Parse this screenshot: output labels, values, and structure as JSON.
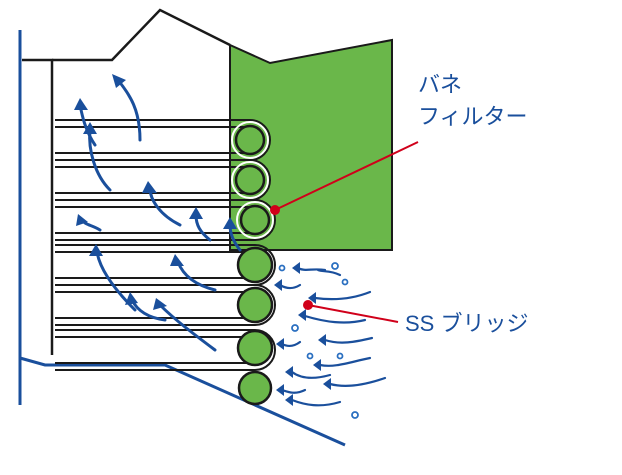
{
  "labels": {
    "spring_filter_line1": "バネ",
    "spring_filter_line2": "フィルター",
    "ss_bridge": "SS ブリッジ"
  },
  "colors": {
    "blue": "#1a4f9c",
    "green": "#6ab74a",
    "black": "#1a1a1a",
    "red": "#d0001a",
    "dot_blue": "#2a6fc0"
  }
}
